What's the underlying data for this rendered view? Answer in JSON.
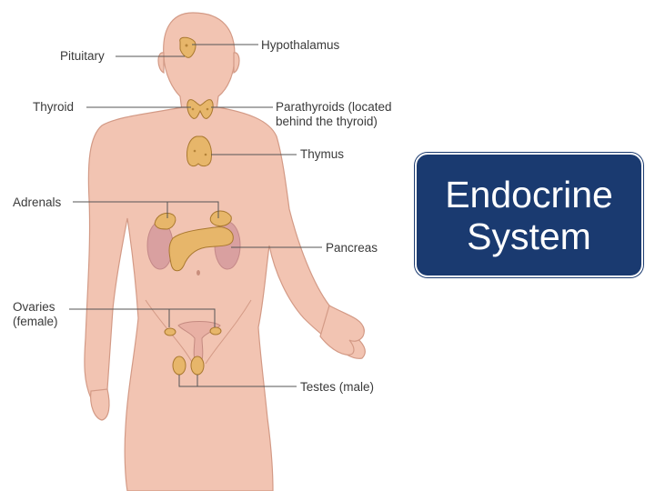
{
  "title": {
    "line1": "Endocrine",
    "line2": "System"
  },
  "labels": {
    "pituitary": "Pituitary",
    "hypothalamus": "Hypothalamus",
    "thyroid": "Thyroid",
    "parathyroids_line1": "Parathyroids (located",
    "parathyroids_line2": "behind the thyroid)",
    "thymus": "Thymus",
    "adrenals": "Adrenals",
    "pancreas": "Pancreas",
    "ovaries_line1": "Ovaries",
    "ovaries_line2": "(female)",
    "testes": "Testes (male)"
  },
  "colors": {
    "title_box": "#1a3a70",
    "skin": "#f2c4b2",
    "gland": "#e7b66a",
    "kidney": "#d9a0a0"
  }
}
